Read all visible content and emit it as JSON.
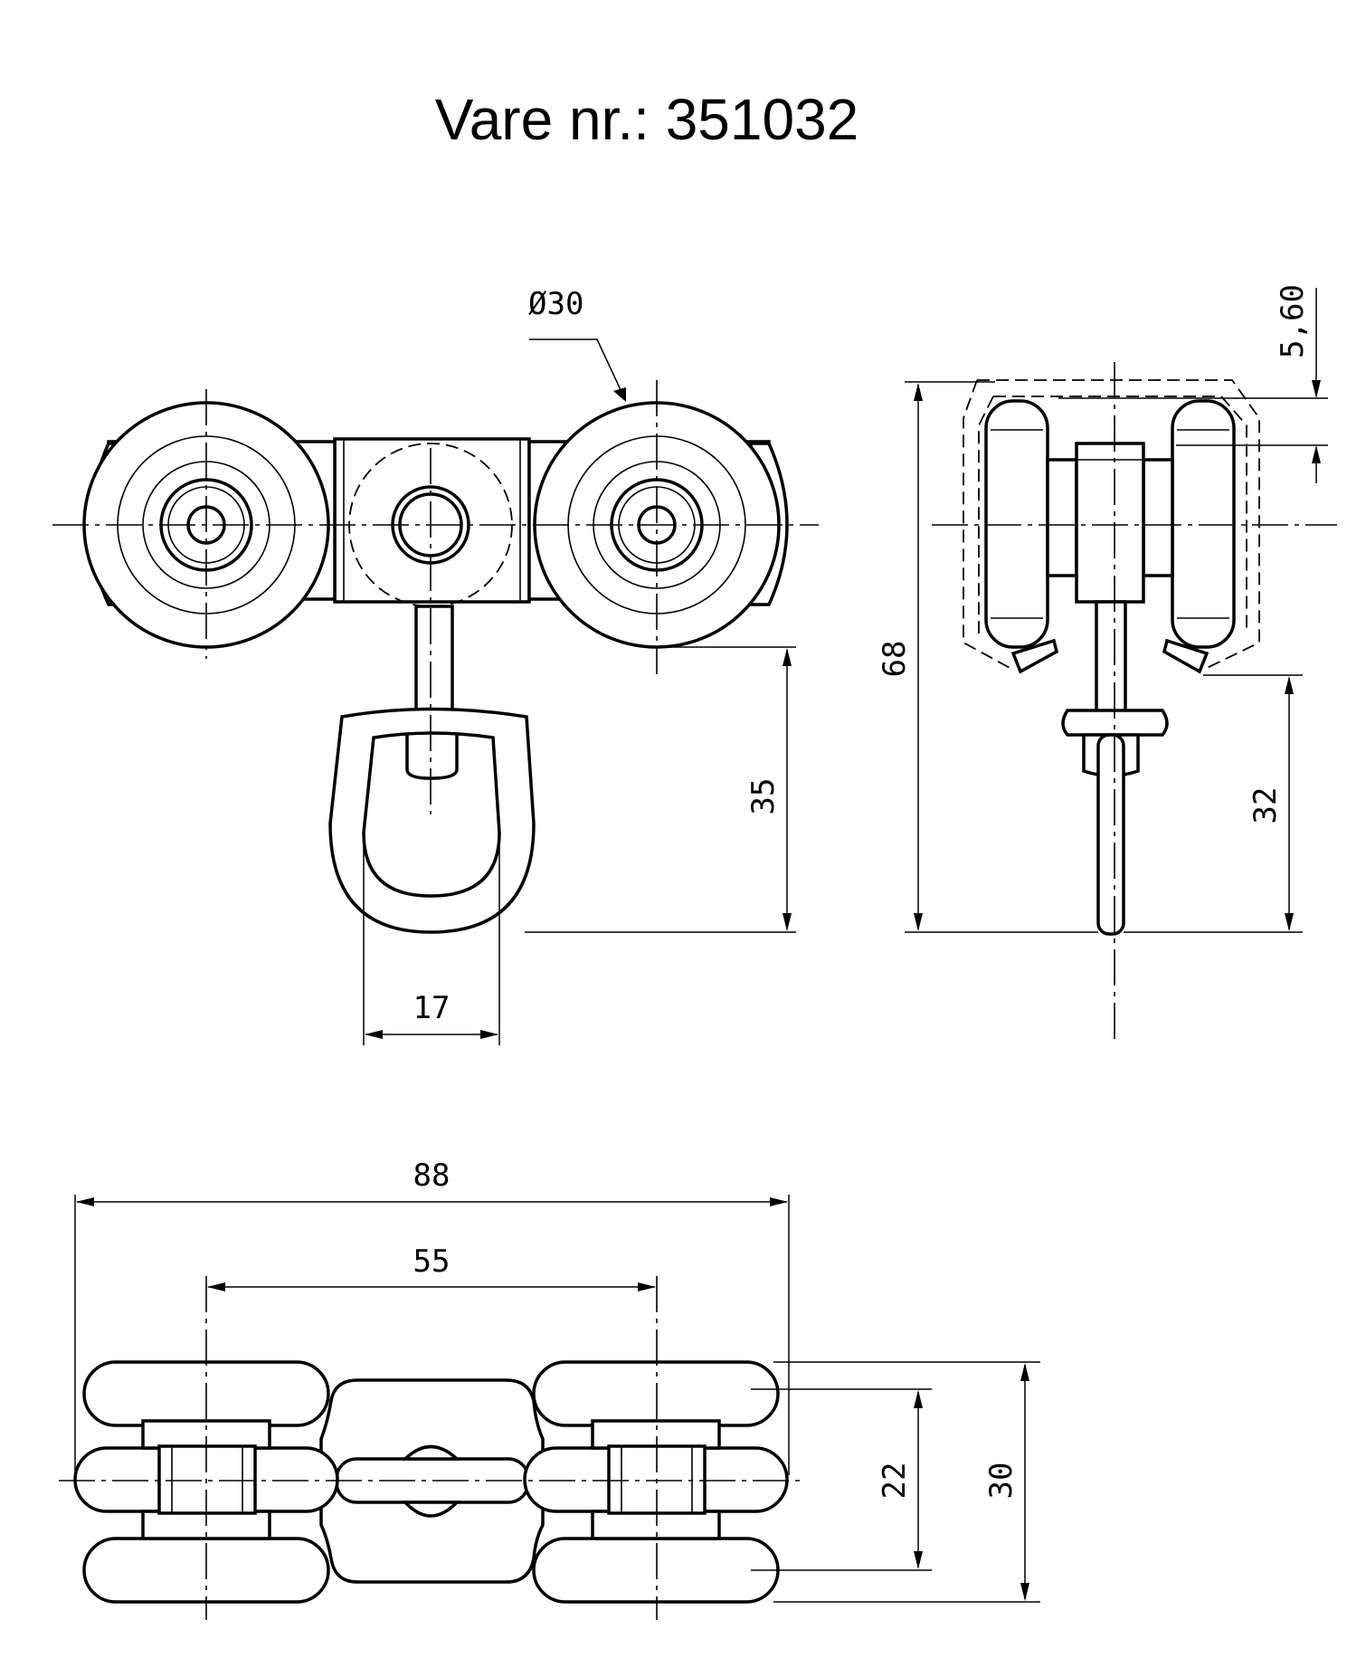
{
  "title": "Vare nr.: 351032",
  "dimensions": {
    "wheel_diameter": "Ø30",
    "eye_height": "35",
    "eye_width": "17",
    "overall_height": "68",
    "top_offset": "5,60",
    "hanger_height": "32",
    "overall_length": "88",
    "wheel_spacing": "55",
    "inner_width": "22",
    "outer_width": "30"
  }
}
